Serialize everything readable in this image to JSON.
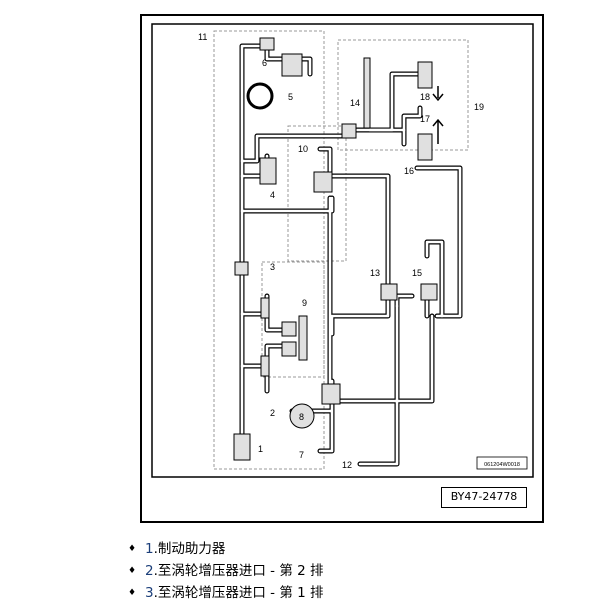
{
  "diagram": {
    "labels": {
      "n1": "1",
      "n2": "2",
      "n3": "3",
      "n4": "4",
      "n5": "5",
      "n6": "6",
      "n7": "7",
      "n8": "8",
      "n9": "9",
      "n10": "10",
      "n11": "11",
      "n12": "12",
      "n13": "13",
      "n14": "14",
      "n15": "15",
      "n16": "16",
      "n17": "17",
      "n18": "18",
      "n19": "19"
    },
    "image_code": "061204W0018",
    "figure_ref": "BY47-24778"
  },
  "legend": [
    {
      "num": "1",
      "text": ".制动助力器"
    },
    {
      "num": "2",
      "text": ".至涡轮增压器进口 - 第 2 排"
    },
    {
      "num": "3",
      "text": ".至涡轮增压器进口 - 第 1 排"
    }
  ]
}
